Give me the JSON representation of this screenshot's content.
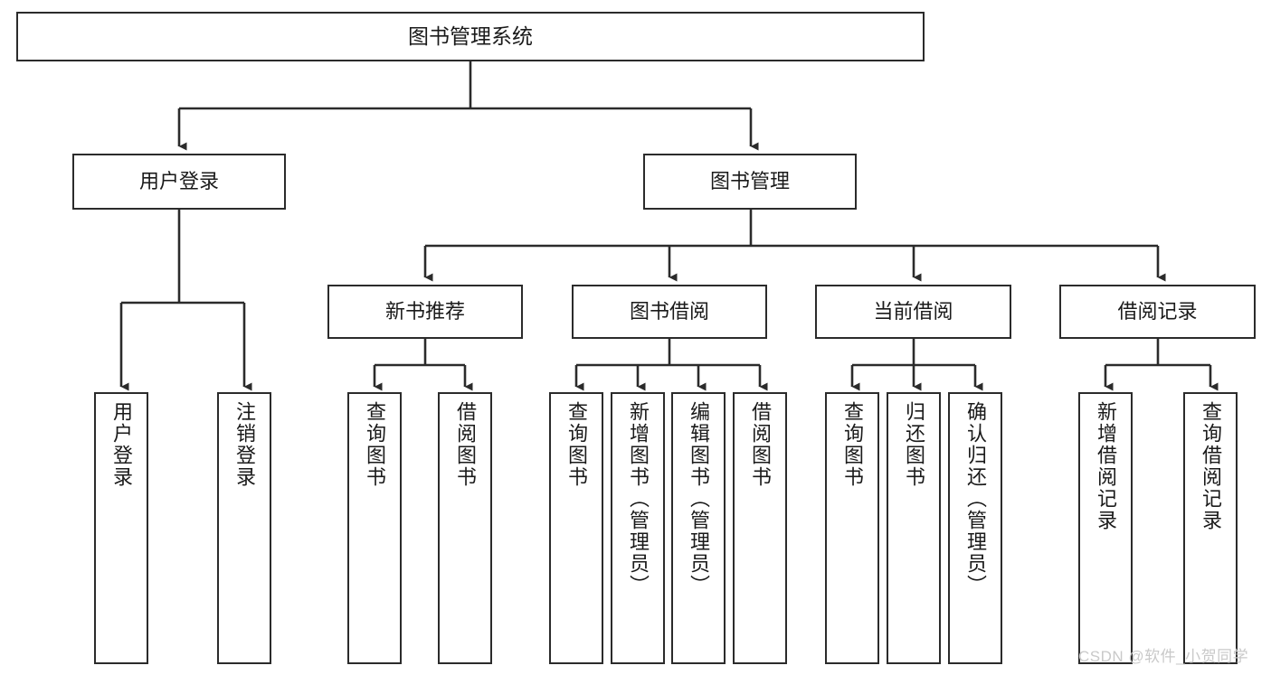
{
  "diagram": {
    "title": "图书管理系统",
    "watermark": "CSDN @软件_小贺同学",
    "line_color": "#2b2b2b",
    "box_border_color": "#2b2b2b",
    "box_fill_color": "#ffffff",
    "text_color": "#1a1a1a",
    "watermark_color": "#c9c9c9"
  },
  "nodes": {
    "root": {
      "label": "图书管理系统"
    },
    "level2": [
      {
        "label": "用户登录"
      },
      {
        "label": "图书管理"
      }
    ],
    "level3": [
      {
        "label": "新书推荐"
      },
      {
        "label": "图书借阅"
      },
      {
        "label": "当前借阅"
      },
      {
        "label": "借阅记录"
      }
    ],
    "leaves": {
      "user_login": [
        {
          "label": "用户登录"
        },
        {
          "label": "注销登录"
        }
      ],
      "new_book_recommend": [
        {
          "label": "查询图书"
        },
        {
          "label": "借阅图书"
        }
      ],
      "book_borrow": [
        {
          "label": "查询图书"
        },
        {
          "label": "新增图书（管理员）"
        },
        {
          "label": "编辑图书（管理员）"
        },
        {
          "label": "借阅图书"
        }
      ],
      "current_borrow": [
        {
          "label": "查询图书"
        },
        {
          "label": "归还图书"
        },
        {
          "label": "确认归还（管理员）"
        }
      ],
      "borrow_record": [
        {
          "label": "新增借阅记录"
        },
        {
          "label": "查询借阅记录"
        }
      ]
    }
  }
}
